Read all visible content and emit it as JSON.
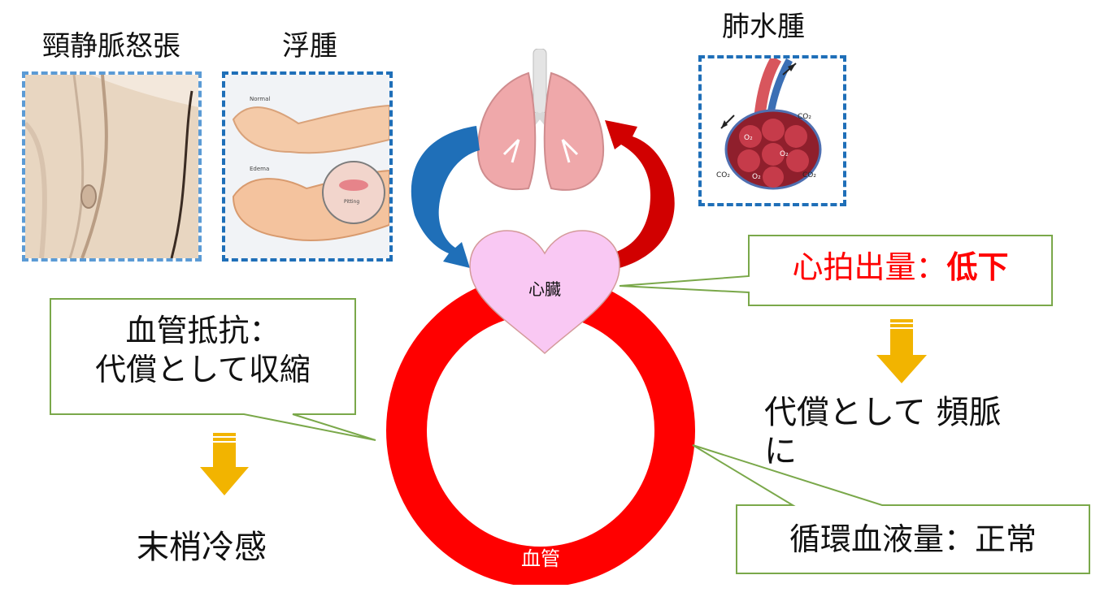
{
  "labels": {
    "jugular": "頸静脈怒張",
    "edema": "浮腫",
    "pulmonary_edema": "肺水腫",
    "heart": "心臓",
    "vessel": "血管"
  },
  "photo_text": {
    "normal": "Normal",
    "edema": "Edema",
    "pitting": "Pitting",
    "co2": "CO₂",
    "o2": "O₂"
  },
  "left_box": {
    "line1": "血管抵抗：",
    "line2": "代償として収縮"
  },
  "left_result": "末梢冷感",
  "right_box": {
    "prefix": "心拍出量：",
    "value": "低下"
  },
  "right_result": {
    "line1": "代償として 頻脈",
    "line2": "に"
  },
  "bottom_right_box": "循環血液量：正常",
  "colors": {
    "red": "#ff0000",
    "heart_fill": "#f9c8f3",
    "blue_arrow": "#1f6fb8",
    "callout_border": "#7aa84a",
    "down_arrow": "#f2b400"
  }
}
